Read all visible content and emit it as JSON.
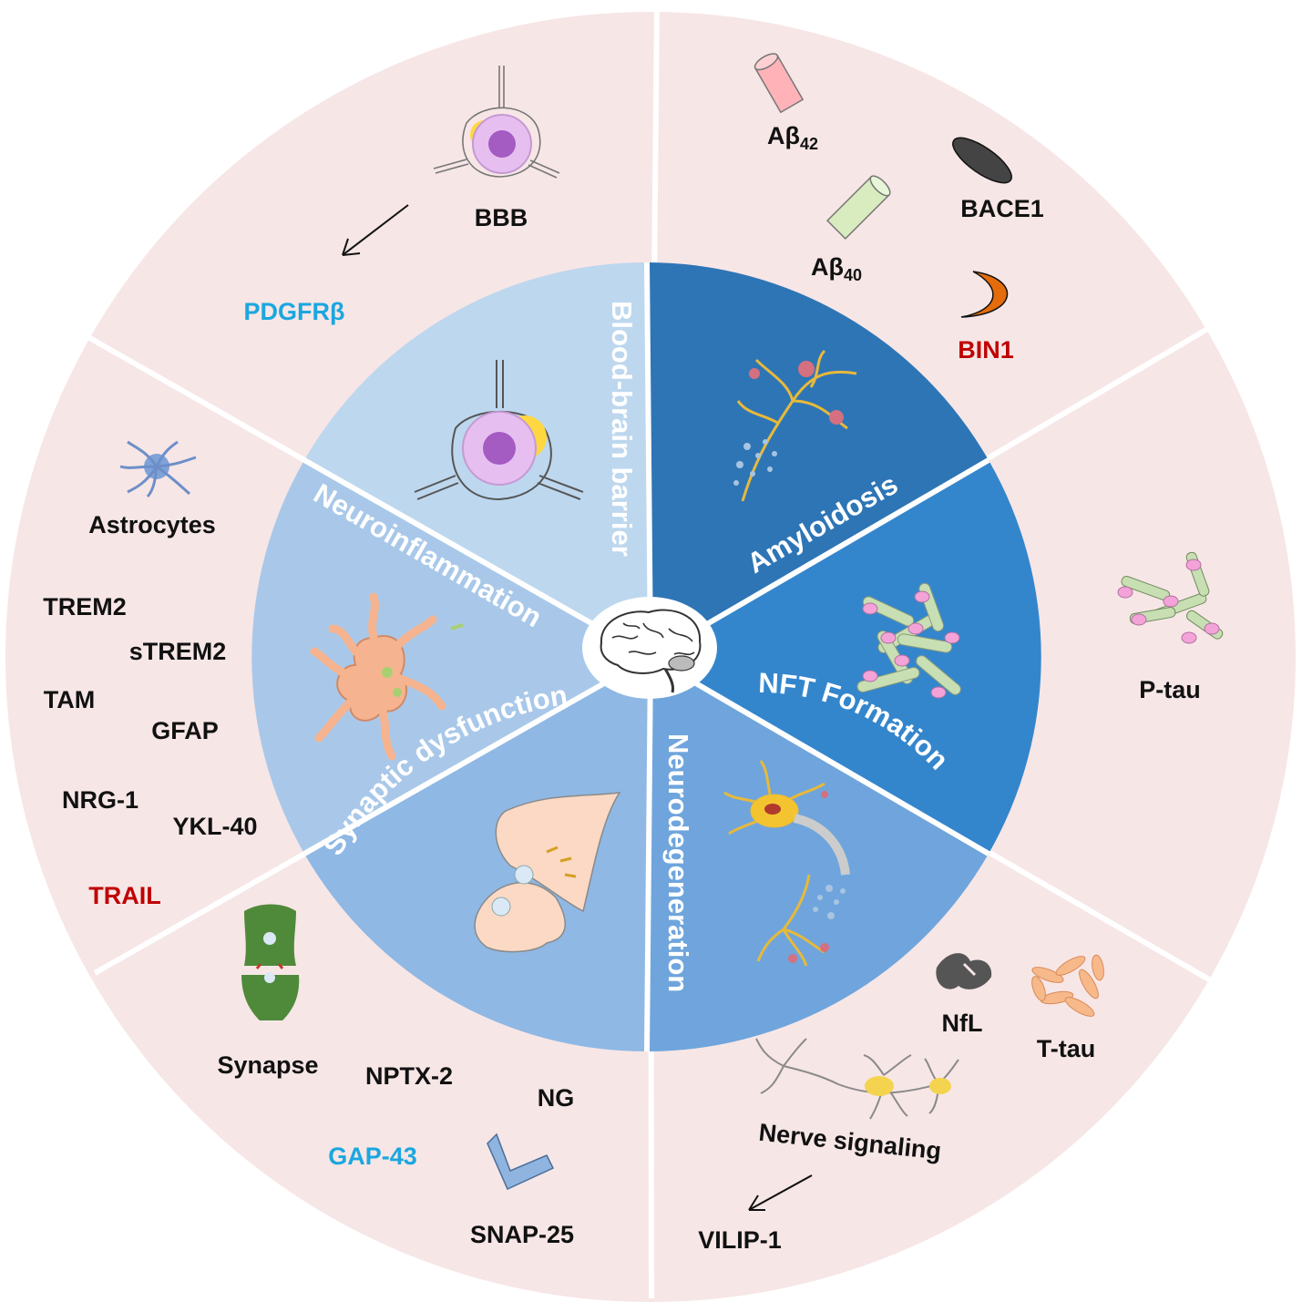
{
  "colors": {
    "outer_ring": "#f7e6e6",
    "divider": "#ffffff",
    "text_default": "#111111",
    "text_blue": "#1aa7e0",
    "text_red": "#c00000",
    "seg_blood_brain_barrier": "#bdd7ee",
    "seg_amyloidosis": "#2e75b6",
    "seg_nft_formation": "#3486cc",
    "seg_neurodegeneration": "#6fa5dc",
    "seg_synaptic_dysfunction": "#8fb8e4",
    "seg_neuroinflammation": "#a9c8e9"
  },
  "segments": {
    "blood_brain_barrier": "Blood-brain barrier",
    "amyloidosis": "Amyloidosis",
    "nft_formation": "NFT Formation",
    "neurodegeneration": "Neurodegeneration",
    "synaptic_dysfunction": "Synaptic dysfunction",
    "neuroinflammation": "Neuroinflammation"
  },
  "bbb": {
    "label": "BBB",
    "marker": "PDGFRβ"
  },
  "amyloid": {
    "abeta42": {
      "base": "Aβ",
      "sub": "42"
    },
    "abeta40": {
      "base": "Aβ",
      "sub": "40"
    },
    "bace1": "BACE1",
    "bin1": "BIN1"
  },
  "tau": {
    "ptau": "P-tau"
  },
  "neuroinflammation_markers": {
    "astrocytes": "Astrocytes",
    "trem2": "TREM2",
    "strem2": "sTREM2",
    "tam": "TAM",
    "gfap": "GFAP",
    "nrg1": "NRG-1",
    "ykl40": "YKL-40",
    "trail": "TRAIL"
  },
  "synaptic_markers": {
    "synapse": "Synapse",
    "nptx2": "NPTX-2",
    "ng": "NG",
    "gap43": "GAP-43",
    "snap25": "SNAP-25"
  },
  "neurodegeneration_markers": {
    "nfl": "NfL",
    "ttau": "T-tau",
    "nerve_signaling": "Nerve signaling",
    "vilip1": "VILIP-1"
  },
  "icons": [
    "brain-icon",
    "pericyte-icon",
    "amyloid-neuron-icon",
    "tau-tangle-icon",
    "degenerating-neuron-icon",
    "synapse-icon",
    "microglia-icon",
    "astrocyte-icon",
    "cylinder-icon",
    "ellipse-icon",
    "crescent-icon",
    "arrow-icon"
  ]
}
